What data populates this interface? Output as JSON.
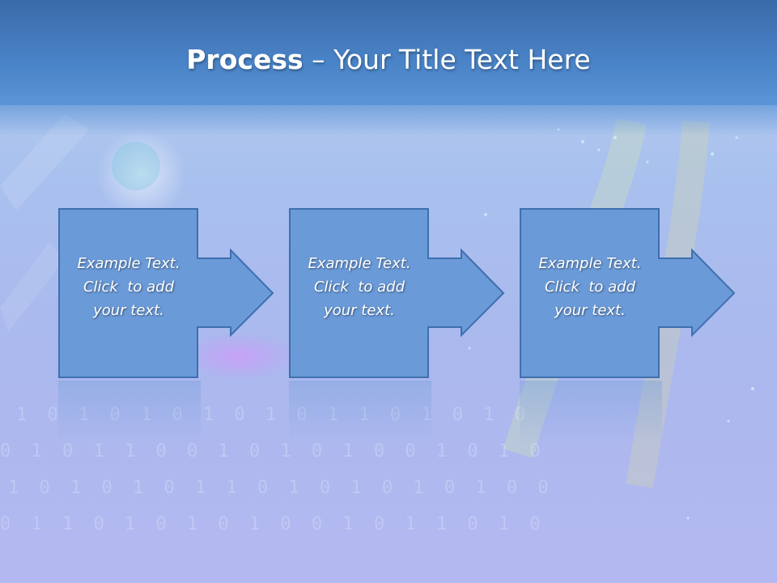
{
  "slide": {
    "title_bold": "Process",
    "title_rest": " – Your Title Text Here"
  },
  "process": {
    "steps": [
      {
        "line1": "Example Text.",
        "line2": "Click  to add",
        "line3": "your text."
      },
      {
        "line1": "Example Text.",
        "line2": "Click  to add",
        "line3": "your text."
      },
      {
        "line1": "Example Text.",
        "line2": "Click  to add",
        "line3": "your text."
      }
    ]
  },
  "colors": {
    "header": "#4a84c8",
    "shape_fill": "#6a9ad8",
    "shape_stroke": "#3f6fae",
    "text": "#ffffff"
  }
}
